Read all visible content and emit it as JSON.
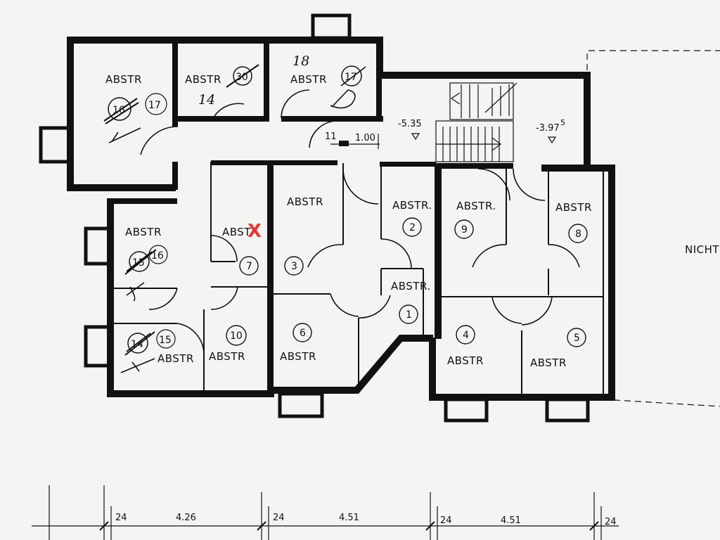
{
  "rooms": {
    "r_tl": {
      "label": "ABSTR",
      "old_num": "16",
      "new_num": "17"
    },
    "r_14": {
      "label": "ABSTR",
      "old_num": "30",
      "hand_num": "14"
    },
    "r_18": {
      "label": "ABSTR",
      "top_num": "18",
      "num": "17"
    },
    "r_16": {
      "label": "ABSTR",
      "old_num": "15",
      "new_num": "16"
    },
    "r_15": {
      "label": "ABSTR",
      "old_num": "14",
      "new_num": "15"
    },
    "r_7": {
      "label": "ABST",
      "num": "7",
      "mark": "X"
    },
    "r_10": {
      "label": "ABSTR",
      "num": "10"
    },
    "r_3": {
      "label": "ABSTR",
      "num": "3"
    },
    "r_6": {
      "label": "ABSTR",
      "num": "6"
    },
    "r_2": {
      "label": "ABSTR.",
      "num": "2"
    },
    "r_1": {
      "label": "ABSTR.",
      "num": "1"
    },
    "r_9": {
      "label": "ABSTR.",
      "num": "9"
    },
    "r_8": {
      "label": "ABSTR",
      "num": "8"
    },
    "r_4": {
      "label": "ABSTR",
      "num": "4"
    },
    "r_5": {
      "label": "ABSTR",
      "num": "5"
    }
  },
  "levels": {
    "left": "-5.35",
    "right": "-3.97",
    "right_sup": "5"
  },
  "door_dims": {
    "a": "1.00",
    "b": "11"
  },
  "side_text": "NICHT",
  "dimensions": [
    "24",
    "4.26",
    "24",
    "4.51",
    "24",
    "4.51",
    "24"
  ]
}
